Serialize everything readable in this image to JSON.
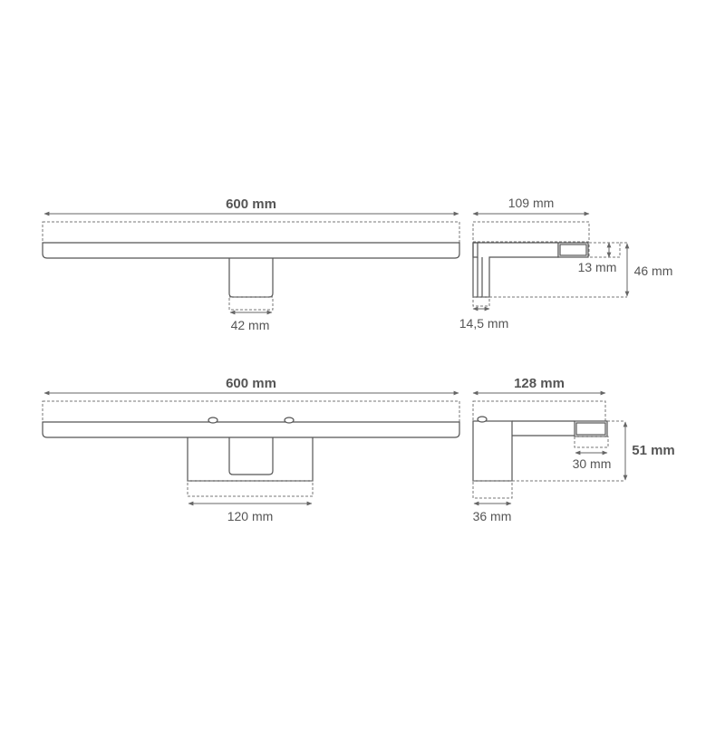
{
  "view1": {
    "front_width": "600 mm",
    "mount_width": "42 mm",
    "side_depth": "109 mm",
    "side_profile": "13 mm",
    "side_height": "46 mm",
    "side_mount": "14,5 mm"
  },
  "view2": {
    "front_width": "600 mm",
    "mount_width": "120 mm",
    "side_depth": "128 mm",
    "side_profile": "30 mm",
    "side_height": "51 mm",
    "side_mount": "36 mm"
  },
  "colors": {
    "line": "#555555",
    "dim": "#666666",
    "background": "#ffffff"
  }
}
